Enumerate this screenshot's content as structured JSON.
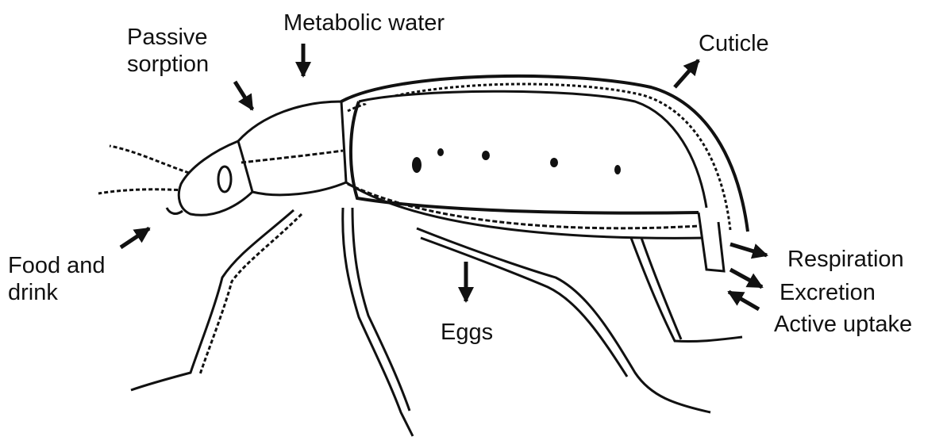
{
  "labels": {
    "passive_sorption_line1": "Passive",
    "passive_sorption_line2": "sorption",
    "metabolic_water": "Metabolic water",
    "cuticle": "Cuticle",
    "food_line1": "Food and",
    "food_line2": "drink",
    "eggs": "Eggs",
    "respiration": "Respiration",
    "excretion": "Excretion",
    "active_uptake": "Active uptake"
  },
  "colors": {
    "ink": "#111111",
    "background": "#ffffff"
  }
}
